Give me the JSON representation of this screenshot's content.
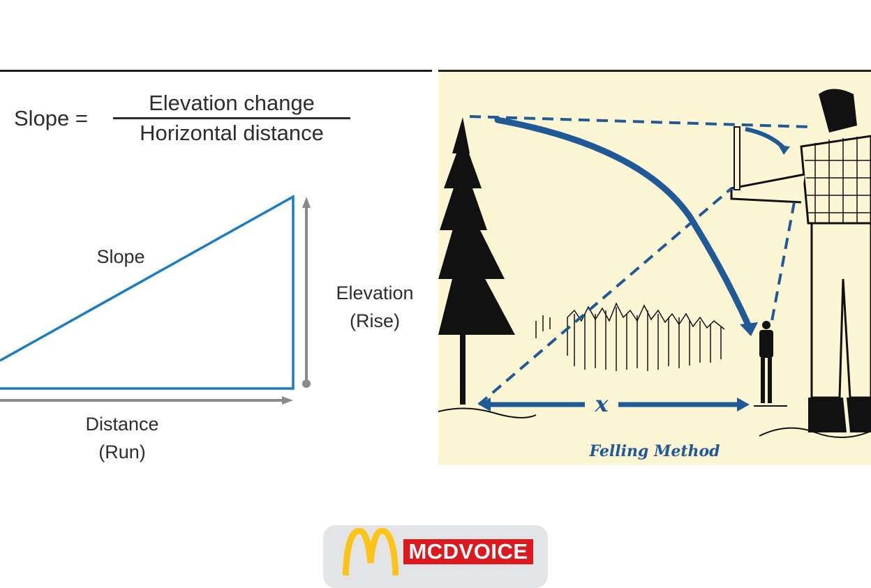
{
  "slope_diagram": {
    "formula": {
      "lhs": "Slope =",
      "numerator": "Elevation change",
      "denominator": "Horizontal distance"
    },
    "labels": {
      "hypotenuse": "Slope",
      "vertical_line1": "Elevation",
      "vertical_line2": "(Rise)",
      "horizontal_line1": "Distance",
      "horizontal_line2": "(Run)"
    },
    "colors": {
      "triangle": "#1a7cc4",
      "arrows": "#8a8a8a",
      "text": "#2d2d2d"
    }
  },
  "felling_illustration": {
    "distance_label": "x",
    "caption": "Felling Method",
    "colors": {
      "background": "#fdf6d5",
      "accent": "#1f5a96",
      "ink": "#111111"
    }
  },
  "logo": {
    "brand_text": "MCDVOICE",
    "colors": {
      "arches": "#fcc419",
      "brand_bg": "#dd1920",
      "badge_bg": "#e2e4e5"
    }
  }
}
